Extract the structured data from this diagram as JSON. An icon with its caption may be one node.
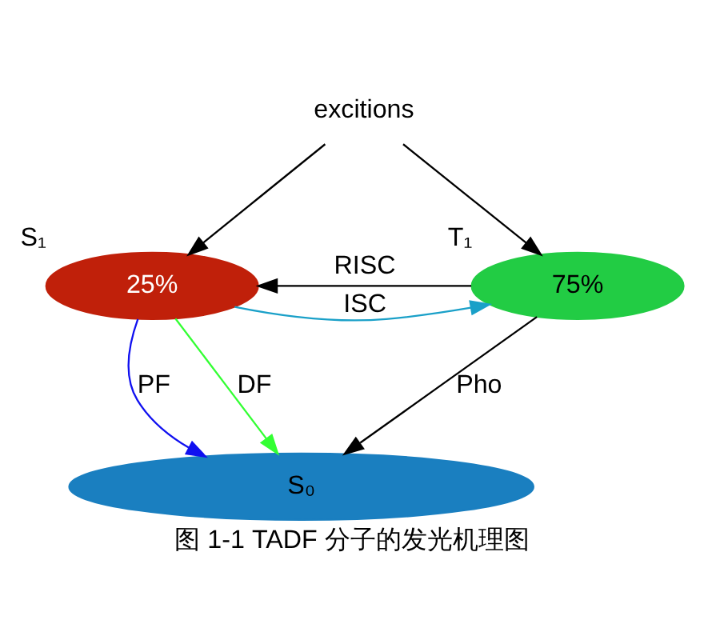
{
  "diagram": {
    "caption": "图 1-1 TADF 分子的发光机理图",
    "nodes": [
      {
        "text": [
          "excitions"
        ]
      },
      {
        "text": [
          "25%"
        ],
        "beside": [
          "S₁"
        ]
      },
      {
        "text": [
          "75%"
        ],
        "beside": [
          "T₁"
        ]
      },
      {
        "text": [
          "S₀"
        ]
      }
    ],
    "edges": [
      {
        "from": 0,
        "to": 1,
        "arrow": "to"
      },
      {
        "from": 0,
        "to": 2,
        "arrow": "to"
      },
      {
        "from": 2,
        "to": 1,
        "arrow": "to",
        "label": "RISC"
      },
      {
        "from": 1,
        "to": 2,
        "arrow": "to",
        "label": "ISC",
        "color": "#1aa0c8"
      },
      {
        "from": 1,
        "to": 3,
        "arrow": "to",
        "label": "PF",
        "color": "#1010f0"
      },
      {
        "from": 1,
        "to": 3,
        "arrow": "to",
        "label": "DF",
        "color": "#33ff33"
      },
      {
        "from": 2,
        "to": 3,
        "arrow": "to",
        "label": "Pho"
      }
    ]
  }
}
